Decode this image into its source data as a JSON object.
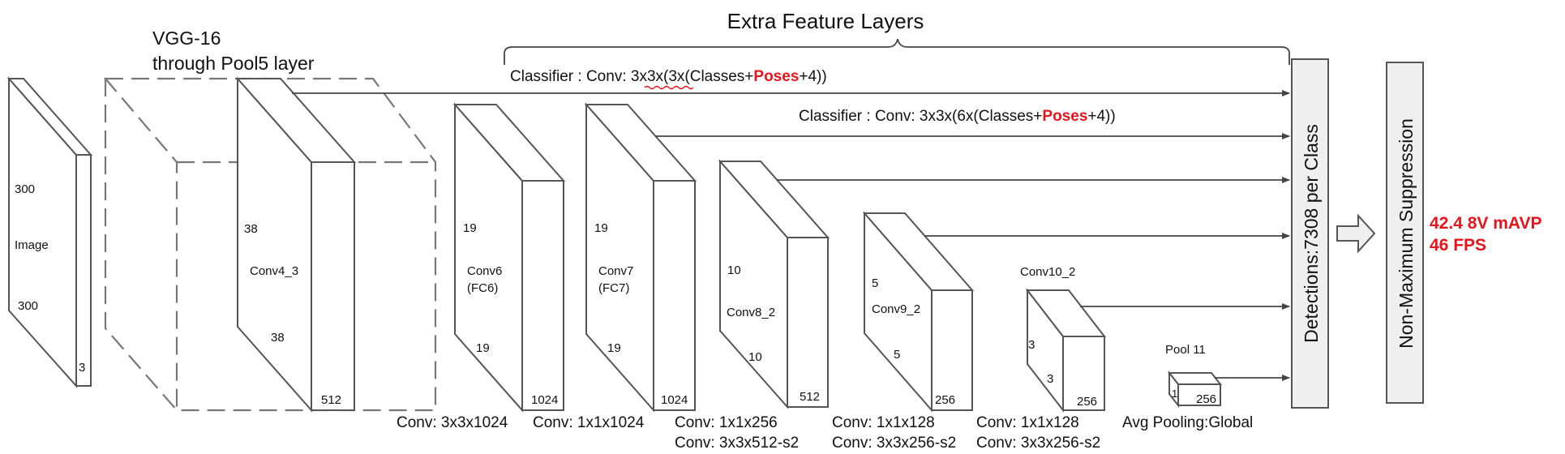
{
  "header": {
    "extra_feature_layers": "Extra Feature Layers",
    "vgg_line1": "VGG-16",
    "vgg_line2": "through Pool5 layer"
  },
  "classifiers": {
    "c1_prefix": "Classifier : Conv: 3x3x(3x(Classes+",
    "c2_prefix": "Classifier : Conv: 3x3x(6x(Classes+",
    "poses": "Poses",
    "suffix": "+4))"
  },
  "image_block": {
    "label": "Image",
    "h": "300",
    "w": "300",
    "d": "3"
  },
  "conv4_3": {
    "label": "Conv4_3",
    "h": "38",
    "w": "38",
    "d": "512"
  },
  "conv6": {
    "label_1": "Conv6",
    "label_2": "(FC6)",
    "h": "19",
    "w": "19",
    "d": "1024",
    "op": "Conv: 3x3x1024"
  },
  "conv7": {
    "label_1": "Conv7",
    "label_2": "(FC7)",
    "h": "19",
    "w": "19",
    "d": "1024",
    "op": "Conv: 1x1x1024"
  },
  "conv8_2": {
    "label": "Conv8_2",
    "h": "10",
    "w": "10",
    "d": "512",
    "op_1": "Conv: 1x1x256",
    "op_2": "Conv:  3x3x512-s2"
  },
  "conv9_2": {
    "label": "Conv9_2",
    "h": "5",
    "w": "5",
    "d": "256",
    "op_1": "Conv: 1x1x128",
    "op_2": "Conv: 3x3x256-s2"
  },
  "conv10_2": {
    "label": "Conv10_2",
    "h": "3",
    "w": "3",
    "d": "256",
    "op_1": "Conv: 1x1x128",
    "op_2": "Conv: 3x3x256-s2"
  },
  "pool11": {
    "label": "Pool 11",
    "h": "1",
    "d": "256",
    "op": "Avg Pooling:Global"
  },
  "detections": "Detections:7308  per Class",
  "nms": "Non-Maximum Suppression",
  "results": {
    "map": "42.4 8V mAVP",
    "fps": "46  FPS"
  },
  "colors": {
    "highlight": "#e8141b",
    "stroke": "#555555",
    "box_fill": "#efefef"
  }
}
